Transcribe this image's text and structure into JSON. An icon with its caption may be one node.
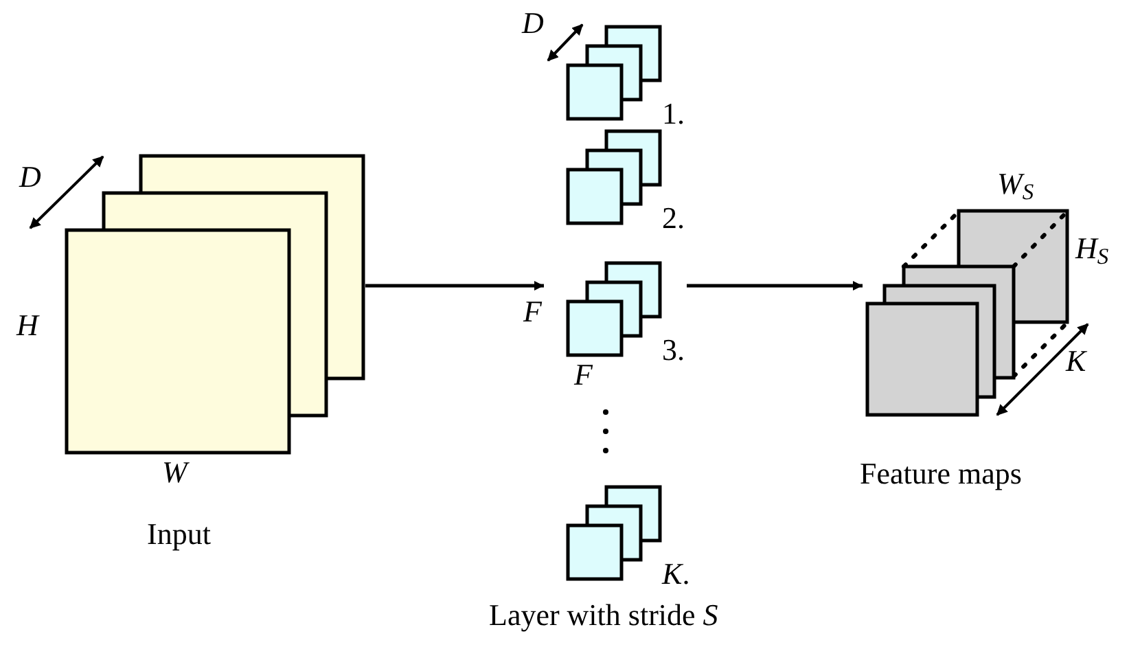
{
  "diagram": {
    "nodes": [
      {
        "text": [],
        "shape": "box",
        "beside": [
          "Input"
        ]
      },
      {
        "text": [
          "Layer with stride *S*"
        ]
      },
      {
        "text": [],
        "shape": "box",
        "in": 1,
        "beside": [
          "1."
        ]
      },
      {
        "text": [],
        "shape": "box",
        "in": 1,
        "beside": [
          "2."
        ]
      },
      {
        "text": [],
        "shape": "box",
        "in": 1,
        "beside": [
          "3."
        ]
      },
      {
        "text": [],
        "shape": "box",
        "in": 1,
        "beside": [
          "*K*."
        ]
      },
      {
        "text": [],
        "shape": "box",
        "beside": [
          "Feature maps"
        ]
      }
    ],
    "edges": [
      {
        "from": 0,
        "to": 1,
        "arrow": "to"
      },
      {
        "from": 1,
        "to": 6,
        "arrow": "to"
      }
    ],
    "labels": [
      "D",
      "H",
      "W",
      "D",
      "F",
      "F",
      "W$_{S}$",
      "H$_{S}$",
      "K"
    ]
  }
}
